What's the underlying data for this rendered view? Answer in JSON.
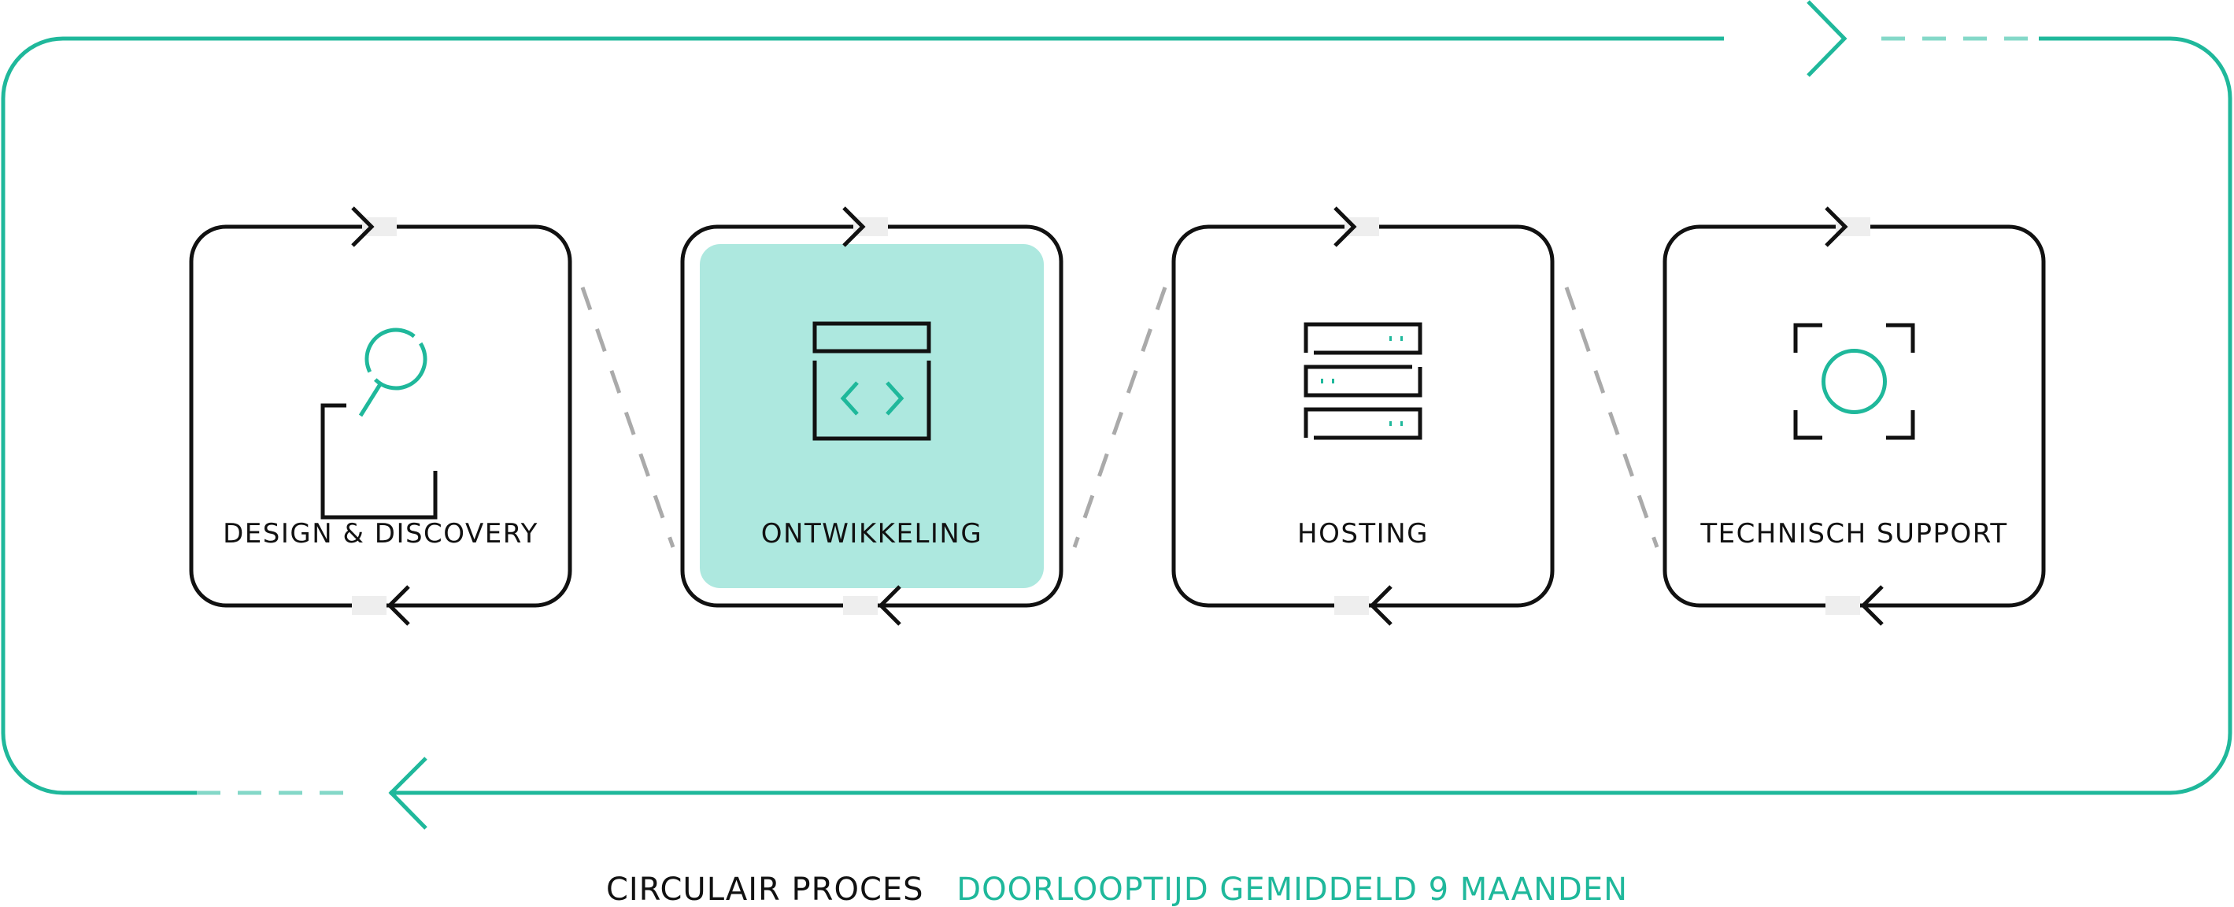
{
  "colors": {
    "accent": "#1fb89b",
    "highlight_fill": "#ade8df",
    "ink": "#111111",
    "connector": "#aaaaaa",
    "tab": "#eeeeee"
  },
  "steps": [
    {
      "label": "DESIGN & DISCOVERY",
      "icon": "magnifier-in-frame-icon",
      "highlighted": false
    },
    {
      "label": "ONTWIKKELING",
      "icon": "code-window-icon",
      "highlighted": true
    },
    {
      "label": "HOSTING",
      "icon": "server-stack-icon",
      "highlighted": false
    },
    {
      "label": "TECHNISCH SUPPORT",
      "icon": "focus-target-icon",
      "highlighted": false
    }
  ],
  "caption": {
    "main": "CIRCULAIR PROCES",
    "detail": "DOORLOOPTIJD GEMIDDELD 9 MAANDEN"
  }
}
